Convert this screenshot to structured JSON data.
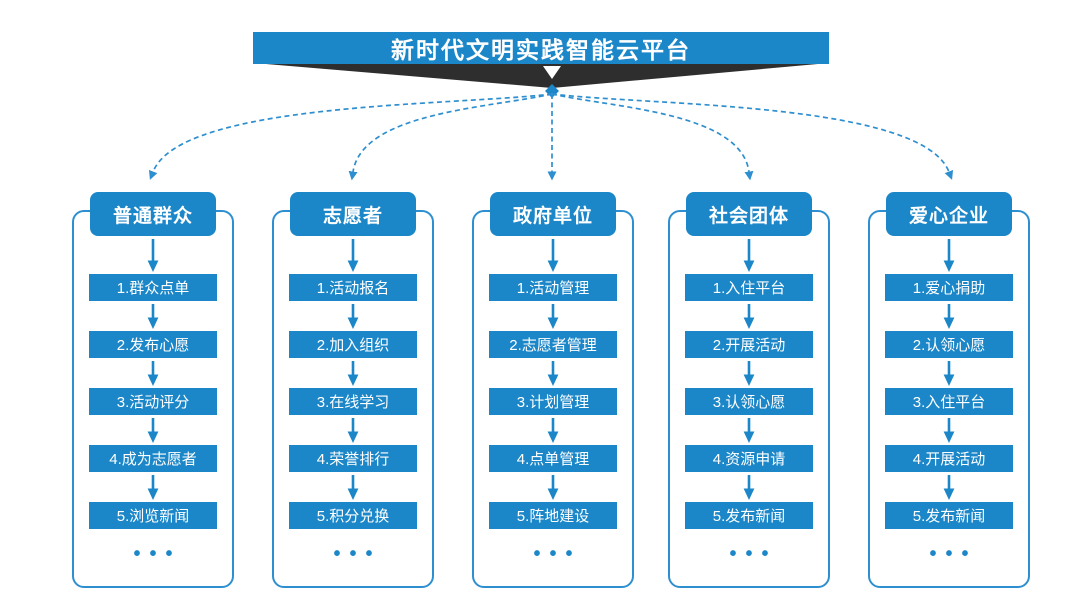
{
  "title": "新时代文明实践智能云平台",
  "more_indicator": "•••",
  "colors": {
    "primary_blue": "#1c87c8",
    "connector_blue": "#2e8fd0",
    "ribbon_dark": "#2e2e2e",
    "text_white": "#ffffff",
    "background": "#ffffff"
  },
  "columns": [
    {
      "header": "普通群众",
      "items": [
        "1.群众点单",
        "2.发布心愿",
        "3.活动评分",
        "4.成为志愿者",
        "5.浏览新闻"
      ]
    },
    {
      "header": "志愿者",
      "items": [
        "1.活动报名",
        "2.加入组织",
        "3.在线学习",
        "4.荣誉排行",
        "5.积分兑换"
      ]
    },
    {
      "header": "政府单位",
      "items": [
        "1.活动管理",
        "2.志愿者管理",
        "3.计划管理",
        "4.点单管理",
        "5.阵地建设"
      ]
    },
    {
      "header": "社会团体",
      "items": [
        "1.入住平台",
        "2.开展活动",
        "3.认领心愿",
        "4.资源申请",
        "5.发布新闻"
      ]
    },
    {
      "header": "爱心企业",
      "items": [
        "1.爱心捐助",
        "2.认领心愿",
        "3.入住平台",
        "4.开展活动",
        "5.发布新闻"
      ]
    }
  ]
}
